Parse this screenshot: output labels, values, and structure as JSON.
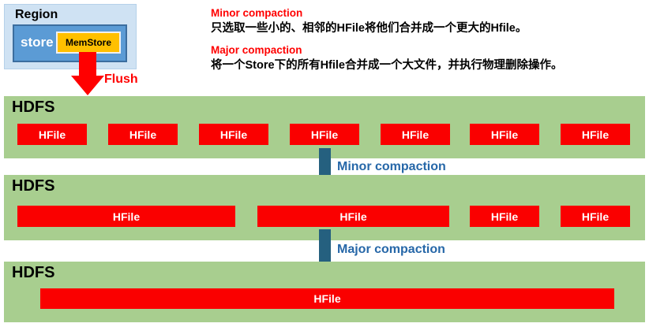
{
  "legend": {
    "minor_title": "Minor compaction",
    "minor_desc": "只选取一些小的、相邻的HFile将他们合并成一个更大的Hfile。",
    "major_title": "Major compaction",
    "major_desc": "将一个Store下的所有Hfile合并成一个大文件，并执行物理删除操作。"
  },
  "region": {
    "label": "Region",
    "store_label": "store",
    "memstore_label": "MemStore",
    "flush_label": "Flush"
  },
  "arrows": {
    "minor_label": "Minor compaction",
    "major_label": "Major compaction"
  },
  "bands": [
    {
      "title": "HDFS",
      "hfiles": [
        "HFile",
        "HFile",
        "HFile",
        "HFile",
        "HFile",
        "HFile",
        "HFile"
      ]
    },
    {
      "title": "HDFS",
      "hfiles": [
        "HFile",
        "HFile",
        "HFile",
        "HFile"
      ]
    },
    {
      "title": "HDFS",
      "hfiles": [
        "HFile"
      ]
    }
  ],
  "colors": {
    "band_green": "#a8ce8f",
    "hfile_red": "#fa0000",
    "flush_red": "#ff0000",
    "arrow_navy": "#25607f",
    "arrow_label_blue": "#2667a8",
    "region_fill": "#cfe2f3",
    "store_fill": "#5b9bd5",
    "store_border": "#3c6e9f",
    "memstore_fill": "#ffc000"
  }
}
